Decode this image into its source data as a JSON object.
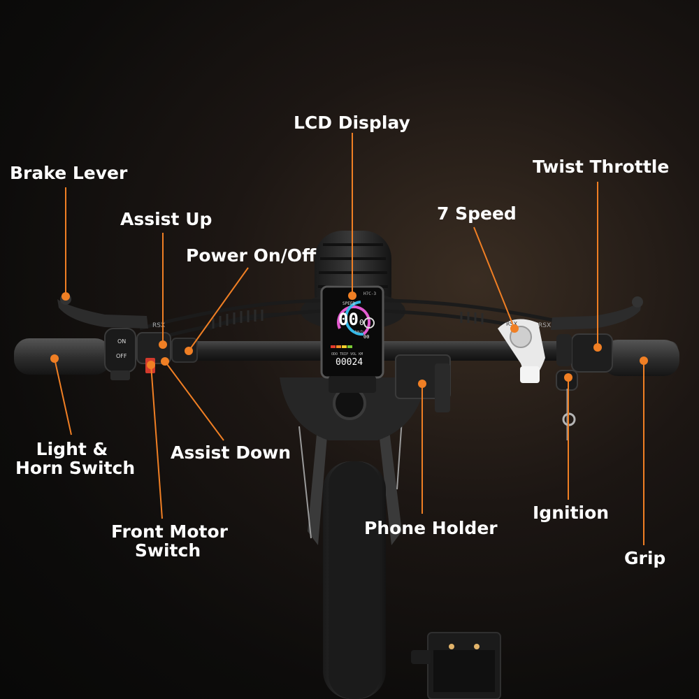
{
  "colors": {
    "background": "#0d0c0b",
    "accent_orange": "#f07f24",
    "label_text": "#ffffff"
  },
  "callouts": {
    "lcd_display": "LCD Display",
    "brake_lever": "Brake Lever",
    "twist_throttle": "Twist Throttle",
    "assist_up": "Assist Up",
    "seven_speed": "7 Speed",
    "power_on_off": "Power On/Off",
    "light_horn_line1": "Light &",
    "light_horn_line2": "Horn Switch",
    "assist_down": "Assist Down",
    "ignition": "Ignition",
    "front_motor_line1": "Front Motor",
    "front_motor_line2": "Switch",
    "phone_holder": "Phone Holder",
    "grip": "Grip"
  },
  "lcd": {
    "model": "H7C-3",
    "speed_header": "SPEED",
    "speed_value": "00",
    "speed_decimal": "0",
    "unit": "km/h",
    "assist_level": "00",
    "odometer": "00024",
    "odo_units": "ODO TRIP VOL KM"
  },
  "controls": {
    "left_switch_on": "ON",
    "left_switch_off": "OFF",
    "brand": "RSX",
    "shifter_brand": "RSX"
  },
  "icons": [
    "callout-dot-icon",
    "pedal-icon",
    "key-icon"
  ]
}
